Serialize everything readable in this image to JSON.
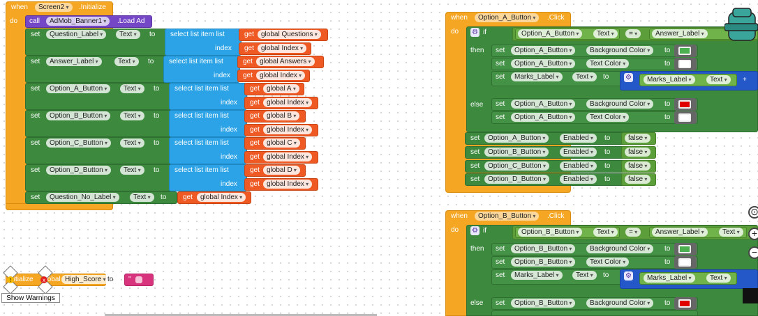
{
  "screen2_init": {
    "when": "when",
    "component": "Screen2",
    "event": ".Initialize",
    "do": "do",
    "call": "call",
    "ad_component": "AdMob_Banner1",
    "ad_method": ".Load Ad",
    "set": "set",
    "to": "to",
    "select_list_item": "select list item  list",
    "index": "index",
    "get": "get",
    "text_prop": "Text",
    "rows": [
      {
        "component": "Question_Label",
        "list": "global Questions",
        "index": "global Index"
      },
      {
        "component": "Answer_Label",
        "list": "global Answers",
        "index": "global Index"
      },
      {
        "component": "Option_A_Button",
        "list": "global A",
        "index": "global Index"
      },
      {
        "component": "Option_B_Button",
        "list": "global B",
        "index": "global Index"
      },
      {
        "component": "Option_C_Button",
        "list": "global C",
        "index": "global Index"
      },
      {
        "component": "Option_D_Button",
        "list": "global D",
        "index": "global Index"
      }
    ],
    "last_row": {
      "component": "Question_No_Label",
      "value": "global Index"
    }
  },
  "global_init": {
    "initialize": "initialize",
    "global": "global",
    "name": "High_Score",
    "to": "to",
    "value": "\" \""
  },
  "show_warnings": "Show Warnings",
  "option_a": {
    "when": "when",
    "component": "Option_A_Button",
    "event": ".Click",
    "do": "do",
    "if": "if",
    "then": "then",
    "else": "else",
    "set": "set",
    "to": "to",
    "text": "Text",
    "eq": "=",
    "answer": "Answer_Label",
    "bg_color": "Background Color",
    "text_color": "Text Color",
    "marks": "Marks_Label",
    "plus": "+",
    "enabled": "Enabled",
    "false": "false",
    "buttons": [
      "Option_A_Button",
      "Option_B_Button",
      "Option_C_Button",
      "Option_D_Button"
    ]
  },
  "option_b": {
    "when": "when",
    "component": "Option_B_Button",
    "event": ".Click",
    "do": "do",
    "if": "if",
    "then": "then",
    "else": "else",
    "set": "set",
    "to": "to",
    "text": "Text",
    "eq": "=",
    "answer": "Answer_Label",
    "bg_color": "Background Color",
    "text_color": "Text Color",
    "marks": "Marks_Label"
  },
  "colors": {
    "green": "#4caf50",
    "white": "#ffffff",
    "red": "#e00000"
  },
  "icons": [
    "gear-icon",
    "backpack-icon",
    "target-icon",
    "zoom-in-icon",
    "zoom-out-icon"
  ]
}
